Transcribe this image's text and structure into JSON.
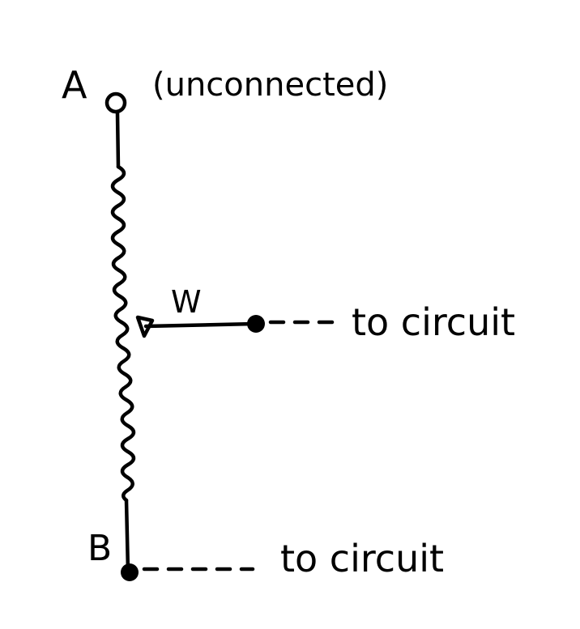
{
  "diagram": {
    "terminal_a": {
      "label": "A",
      "note": "(unconnected)"
    },
    "wiper": {
      "label": "W",
      "note": "to circuit"
    },
    "terminal_b": {
      "label": "B",
      "note": "to circuit"
    },
    "ink_color": "#000000",
    "background_color": "#ffffff"
  }
}
